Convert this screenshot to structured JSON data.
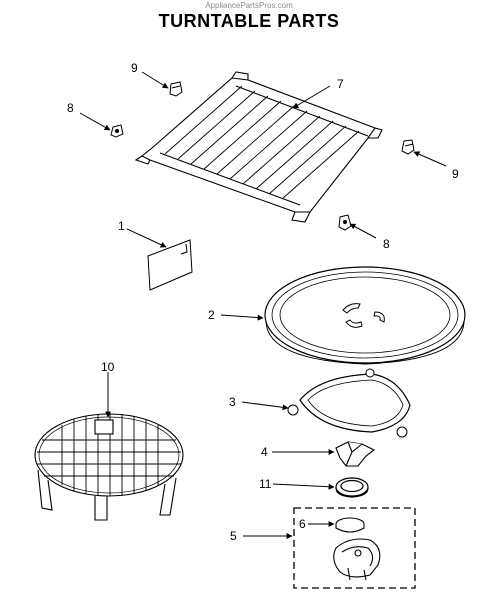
{
  "watermark": "AppliancePartsPros.com",
  "title": "TURNTABLE PARTS",
  "callouts": {
    "c9a": "9",
    "c7": "7",
    "c8a": "8",
    "c9b": "9",
    "c1": "1",
    "c8b": "8",
    "c2": "2",
    "c10": "10",
    "c3": "3",
    "c4": "4",
    "c11": "11",
    "c6": "6",
    "c5": "5"
  }
}
